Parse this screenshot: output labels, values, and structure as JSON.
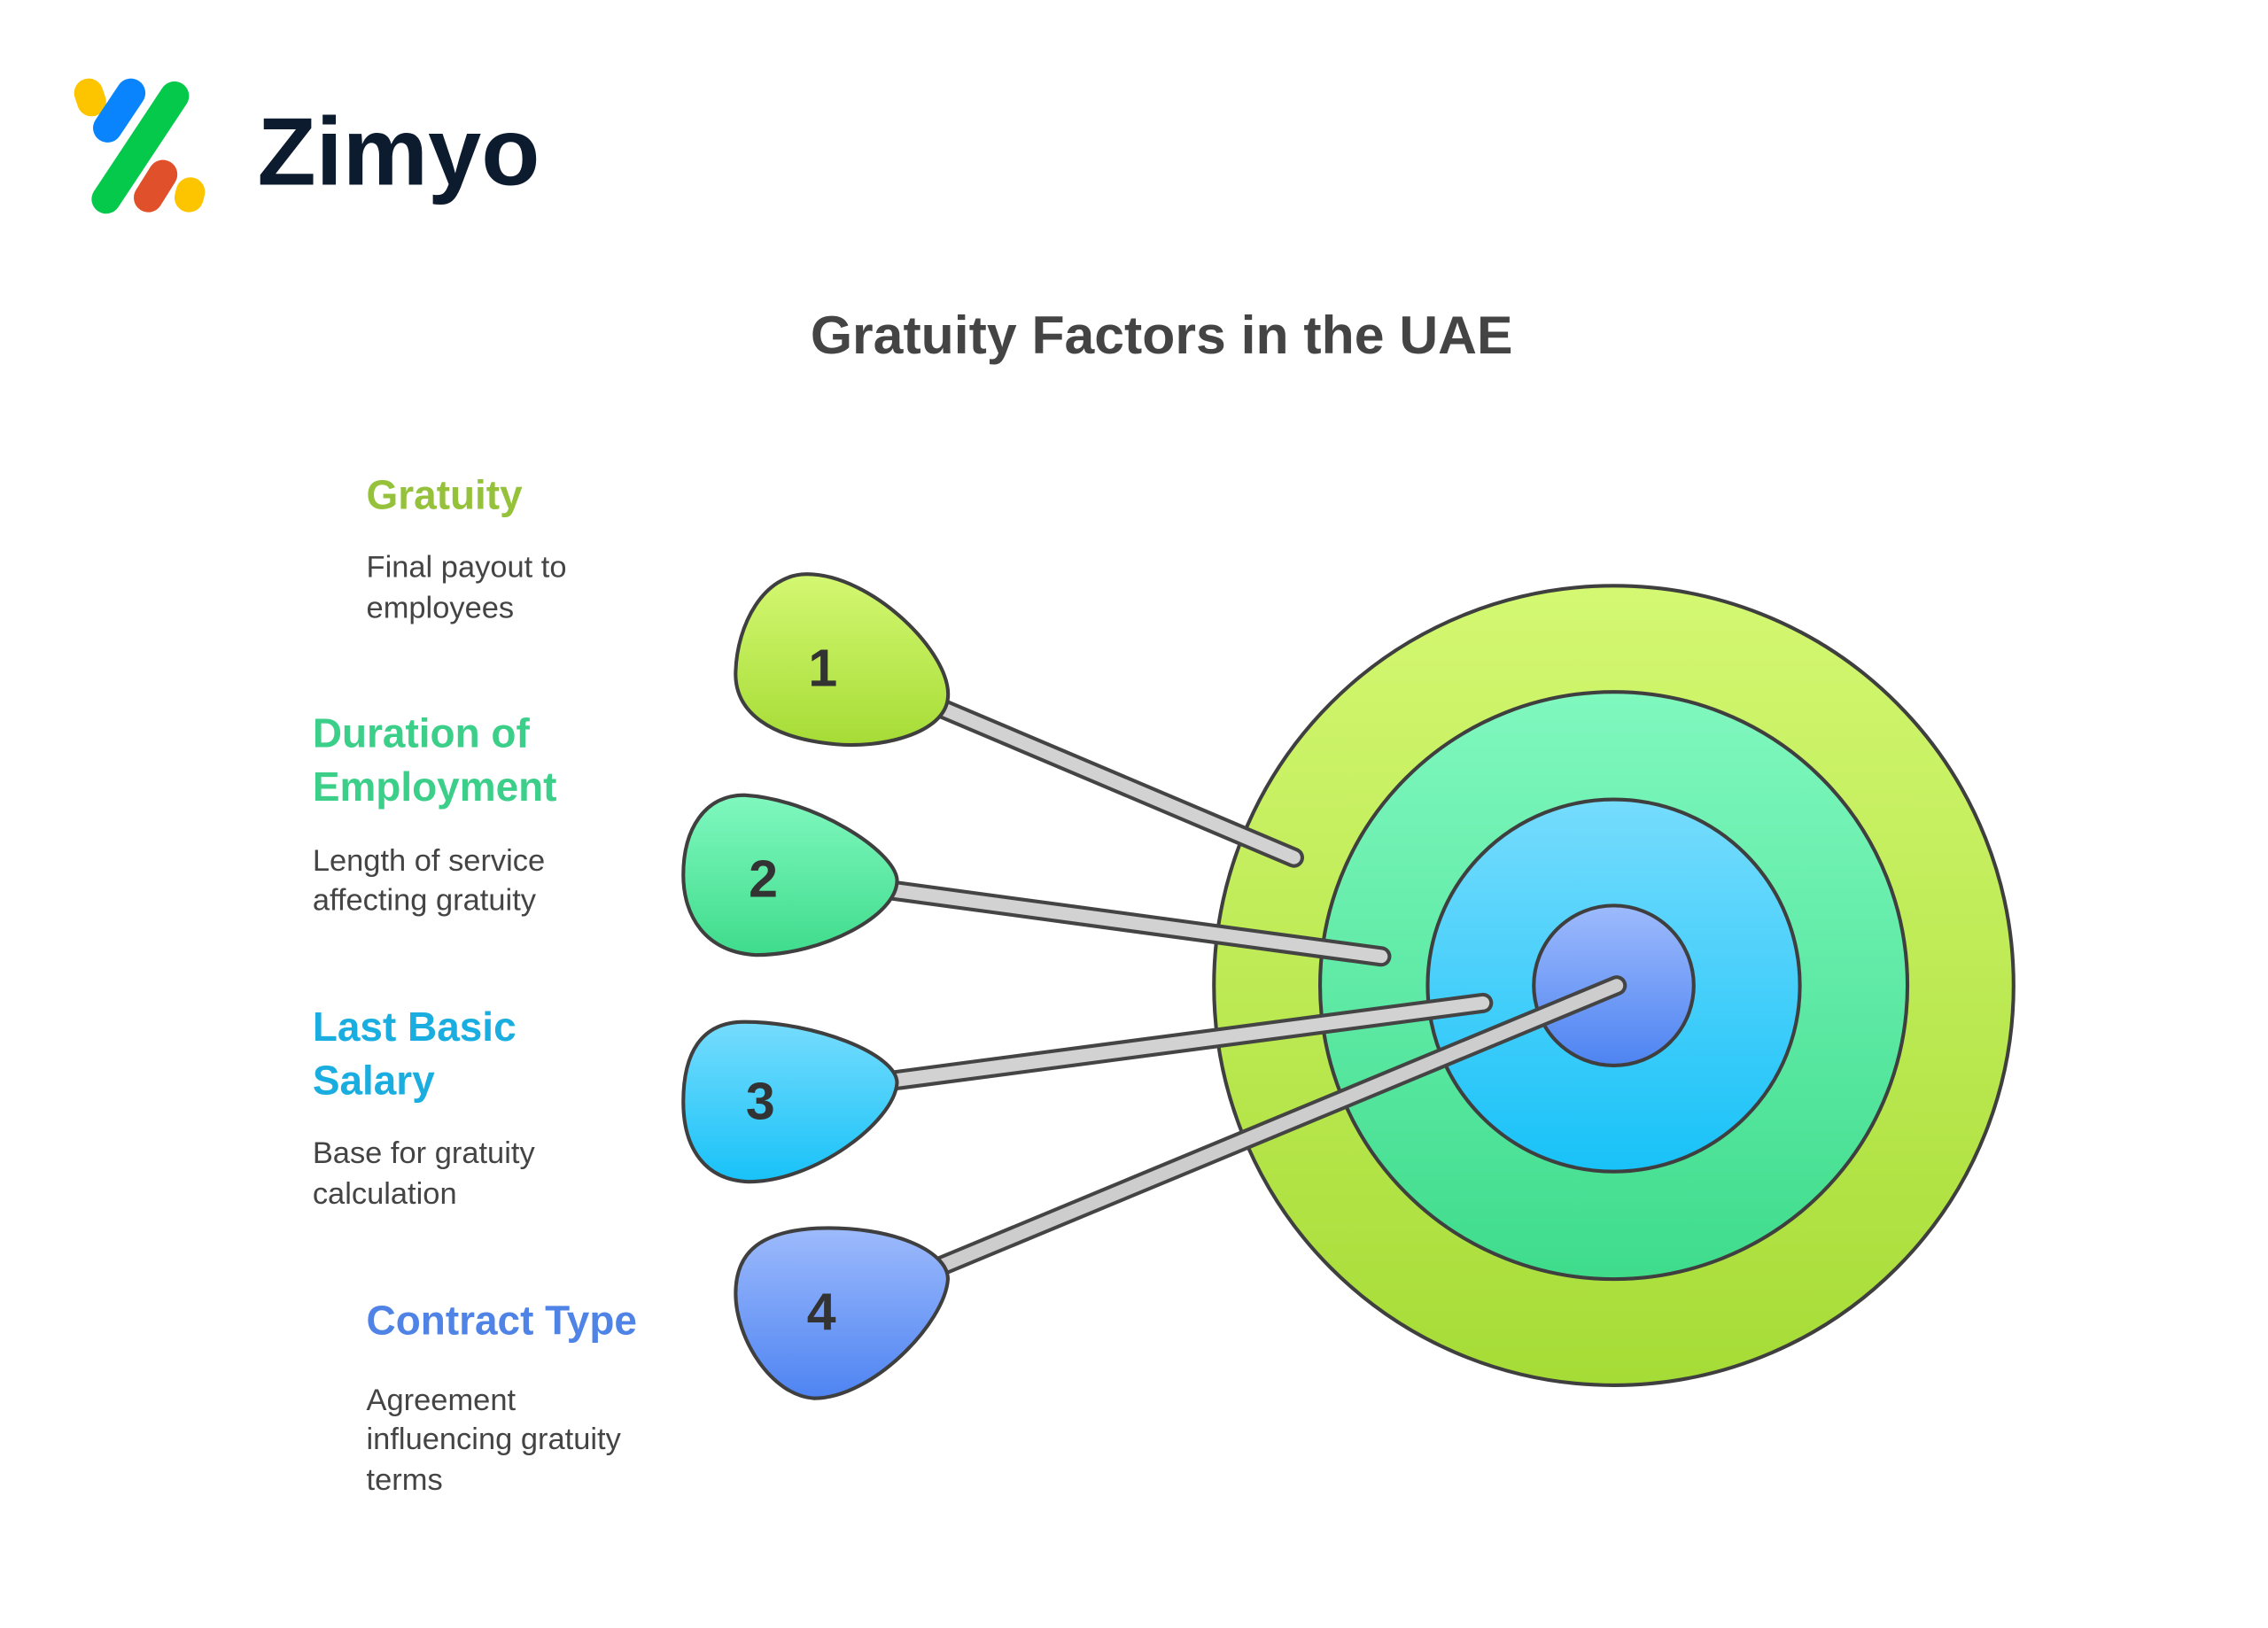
{
  "brand": {
    "name": "Zimyo"
  },
  "title": "Gratuity Factors in the UAE",
  "colors": {
    "gratuity": "#95c23a",
    "duration": "#3ccf8a",
    "salary": "#1aaee0",
    "contract": "#4f84e6"
  },
  "factors": [
    {
      "number": "1",
      "title_lines": [
        "Gratuity"
      ],
      "desc_lines": [
        "Final payout to",
        "employees"
      ]
    },
    {
      "number": "2",
      "title_lines": [
        "Duration of",
        "Employment"
      ],
      "desc_lines": [
        "Length of service",
        "affecting gratuity"
      ]
    },
    {
      "number": "3",
      "title_lines": [
        "Last Basic",
        "Salary"
      ],
      "desc_lines": [
        "Base for gratuity",
        "calculation"
      ]
    },
    {
      "number": "4",
      "title_lines": [
        "Contract Type"
      ],
      "desc_lines": [
        "Agreement",
        "influencing gratuity",
        "terms"
      ]
    }
  ]
}
